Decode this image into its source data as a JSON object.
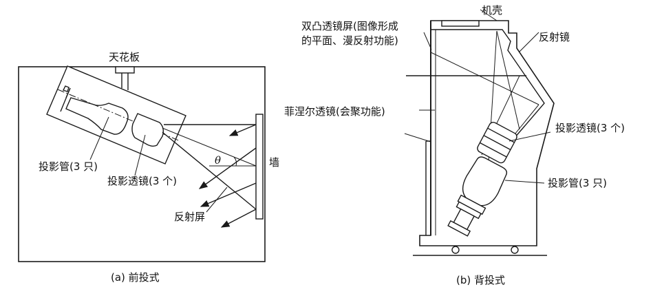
{
  "front": {
    "ceiling": "天花板",
    "tube": "投影管(3 只)",
    "lens": "投影透镜(3 个)",
    "angle": "θ",
    "wall": "墙",
    "screen": "反射屏",
    "caption": "(a) 前投式"
  },
  "rear": {
    "cabinet": "机壳",
    "screen_line1": "双凸透镜屏(图像形成",
    "screen_line2": "的平面、漫反射功能)",
    "mirror": "反射镜",
    "fresnel": "菲涅尔透镜(会聚功能)",
    "lens": "投影透镜(3 个)",
    "tube": "投影管(3 只)",
    "caption": "(b) 背投式"
  },
  "colors": {
    "line": "#1a1a1a",
    "background": "#ffffff"
  }
}
